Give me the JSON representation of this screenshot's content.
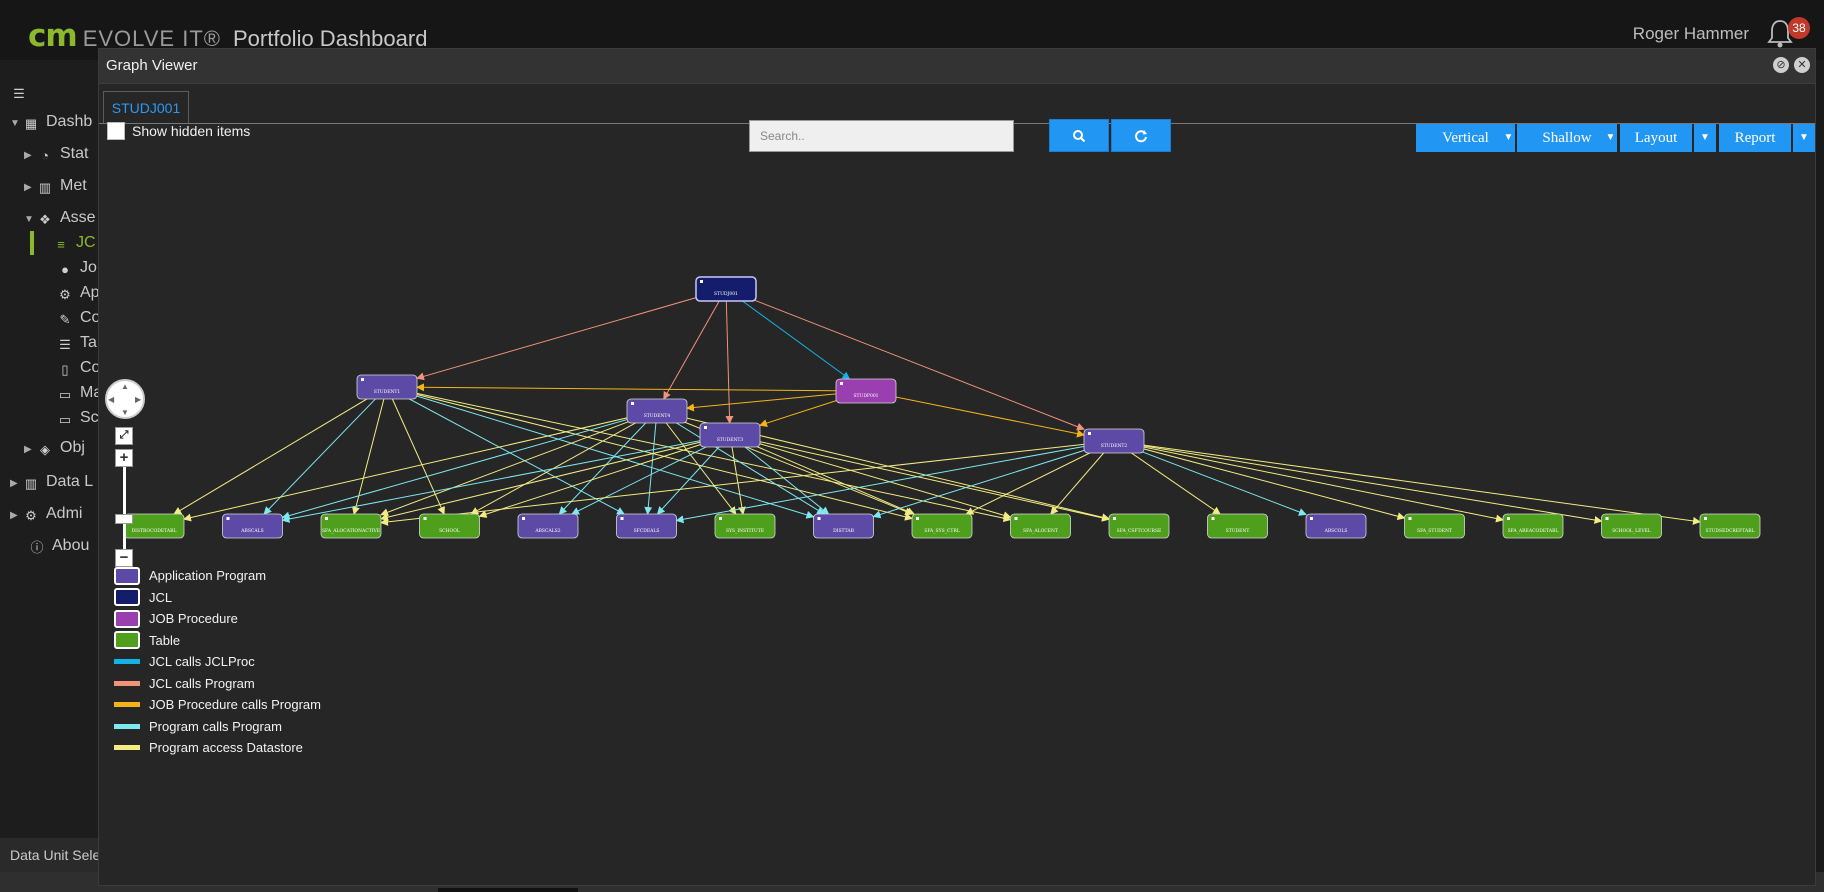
{
  "header": {
    "brand_cm": "cm",
    "brand_evolve": "EVOLVE IT®",
    "app_title": "Portfolio Dashboard",
    "user_name": "Roger Hammer",
    "notifications_count": "38"
  },
  "sidebar": {
    "items": [
      {
        "label": "Dashb",
        "icon": "grid-icon"
      },
      {
        "label": "Stat",
        "icon": "pie-chart-icon"
      },
      {
        "label": "Met",
        "icon": "bar-chart-icon"
      },
      {
        "label": "Asse",
        "icon": "cubes-icon"
      },
      {
        "label": "JC",
        "icon": "list-icon"
      },
      {
        "label": "Jo",
        "icon": "circle-icon"
      },
      {
        "label": "Ap",
        "icon": "gear-icon"
      },
      {
        "label": "Co",
        "icon": "edit-icon"
      },
      {
        "label": "Ta",
        "icon": "database-icon"
      },
      {
        "label": "Co",
        "icon": "columns-icon"
      },
      {
        "label": "Ma",
        "icon": "monitor-icon"
      },
      {
        "label": "Sc",
        "icon": "monitor-icon"
      },
      {
        "label": "Obj",
        "icon": "cube-icon"
      },
      {
        "label": "Data L",
        "icon": "bar-chart-icon"
      },
      {
        "label": "Admi",
        "icon": "cogs-icon"
      },
      {
        "label": "Abou",
        "icon": "info-icon"
      }
    ],
    "footer_text": "Data Unit Sele"
  },
  "modal": {
    "title": "Graph Viewer",
    "tab_label": "STUDJ001",
    "show_hidden_label": "Show hidden items",
    "search_placeholder": "Search..",
    "toolbar": {
      "orientation": "Vertical",
      "depth": "Shallow",
      "layout": "Layout",
      "report": "Report"
    }
  },
  "colors": {
    "application_program": "#5d4aa6",
    "jcl": "#131d6b",
    "job_procedure": "#9a3fb0",
    "table": "#4ea01c",
    "jcl_calls_jclproc": "#14b3e6",
    "jcl_calls_program": "#f0937a",
    "jobproc_calls_program": "#f4b417",
    "program_calls_program": "#7de8ef",
    "program_access_datastore": "#f2ec82",
    "accent": "#2196f3"
  },
  "graph": {
    "nodes": [
      {
        "id": "STUDJ001",
        "type": "jcl"
      },
      {
        "id": "STUDENT1",
        "type": "application_program"
      },
      {
        "id": "STUDP001",
        "type": "job_procedure"
      },
      {
        "id": "STUDENT4",
        "type": "application_program"
      },
      {
        "id": "STUDENT3",
        "type": "application_program"
      },
      {
        "id": "STUDENT2",
        "type": "application_program"
      },
      {
        "id": "DISTROCODETABL",
        "type": "table"
      },
      {
        "id": "ABSCALS",
        "type": "application_program"
      },
      {
        "id": "SFA_ALOCATIONACTIVE",
        "type": "table"
      },
      {
        "id": "SCHOOL",
        "type": "table"
      },
      {
        "id": "ABSCALS2",
        "type": "application_program"
      },
      {
        "id": "SFCDEALS",
        "type": "application_program"
      },
      {
        "id": "SYS_INSTITUTE",
        "type": "table"
      },
      {
        "id": "DISTTAB",
        "type": "application_program"
      },
      {
        "id": "SFA_SYS_CTRL",
        "type": "table"
      },
      {
        "id": "SFA_ALOCENT",
        "type": "table"
      },
      {
        "id": "SFA_CSFTCOURSE",
        "type": "table"
      },
      {
        "id": "STUDENT",
        "type": "table"
      },
      {
        "id": "ABSCOLS",
        "type": "application_program"
      },
      {
        "id": "SFA_STUDENT",
        "type": "table"
      },
      {
        "id": "SFA_AREACODETABL",
        "type": "table"
      },
      {
        "id": "SCHOOL_LEVEL",
        "type": "table"
      },
      {
        "id": "STUDSEDCREFTABL",
        "type": "table"
      }
    ],
    "edges": [
      [
        "STUDJ001",
        "STUDENT1",
        "jcl_calls_program"
      ],
      [
        "STUDJ001",
        "STUDENT4",
        "jcl_calls_program"
      ],
      [
        "STUDJ001",
        "STUDENT3",
        "jcl_calls_program"
      ],
      [
        "STUDJ001",
        "STUDENT2",
        "jcl_calls_program"
      ],
      [
        "STUDJ001",
        "STUDP001",
        "jcl_calls_jclproc"
      ],
      [
        "STUDP001",
        "STUDENT1",
        "jobproc_calls_program"
      ],
      [
        "STUDP001",
        "STUDENT4",
        "jobproc_calls_program"
      ],
      [
        "STUDP001",
        "STUDENT3",
        "jobproc_calls_program"
      ],
      [
        "STUDP001",
        "STUDENT2",
        "jobproc_calls_program"
      ],
      [
        "STUDENT1",
        "DISTROCODETABL",
        "program_access_datastore"
      ],
      [
        "STUDENT1",
        "ABSCALS",
        "program_calls_program"
      ],
      [
        "STUDENT1",
        "SFA_ALOCATIONACTIVE",
        "program_access_datastore"
      ],
      [
        "STUDENT1",
        "SCHOOL",
        "program_access_datastore"
      ],
      [
        "STUDENT1",
        "SFCDEALS",
        "program_calls_program"
      ],
      [
        "STUDENT1",
        "DISTTAB",
        "program_calls_program"
      ],
      [
        "STUDENT1",
        "SFA_SYS_CTRL",
        "program_access_datastore"
      ],
      [
        "STUDENT1",
        "SFA_ALOCENT",
        "program_access_datastore"
      ],
      [
        "STUDENT4",
        "DISTROCODETABL",
        "program_access_datastore"
      ],
      [
        "STUDENT4",
        "ABSCALS",
        "program_calls_program"
      ],
      [
        "STUDENT4",
        "SFA_ALOCATIONACTIVE",
        "program_access_datastore"
      ],
      [
        "STUDENT4",
        "SCHOOL",
        "program_access_datastore"
      ],
      [
        "STUDENT4",
        "ABSCALS2",
        "program_calls_program"
      ],
      [
        "STUDENT4",
        "SFCDEALS",
        "program_calls_program"
      ],
      [
        "STUDENT4",
        "SYS_INSTITUTE",
        "program_access_datastore"
      ],
      [
        "STUDENT4",
        "DISTTAB",
        "program_calls_program"
      ],
      [
        "STUDENT4",
        "SFA_SYS_CTRL",
        "program_access_datastore"
      ],
      [
        "STUDENT4",
        "SFA_CSFTCOURSE",
        "program_access_datastore"
      ],
      [
        "STUDENT3",
        "ABSCALS",
        "program_calls_program"
      ],
      [
        "STUDENT3",
        "SFA_ALOCATIONACTIVE",
        "program_access_datastore"
      ],
      [
        "STUDENT3",
        "SCHOOL",
        "program_access_datastore"
      ],
      [
        "STUDENT3",
        "ABSCALS2",
        "program_calls_program"
      ],
      [
        "STUDENT3",
        "SFCDEALS",
        "program_calls_program"
      ],
      [
        "STUDENT3",
        "SYS_INSTITUTE",
        "program_access_datastore"
      ],
      [
        "STUDENT3",
        "DISTTAB",
        "program_calls_program"
      ],
      [
        "STUDENT3",
        "SFA_SYS_CTRL",
        "program_access_datastore"
      ],
      [
        "STUDENT3",
        "SFA_ALOCENT",
        "program_access_datastore"
      ],
      [
        "STUDENT3",
        "SFA_CSFTCOURSE",
        "program_access_datastore"
      ],
      [
        "STUDENT2",
        "SFA_ALOCATIONACTIVE",
        "program_access_datastore"
      ],
      [
        "STUDENT2",
        "SFCDEALS",
        "program_calls_program"
      ],
      [
        "STUDENT2",
        "DISTTAB",
        "program_calls_program"
      ],
      [
        "STUDENT2",
        "SFA_SYS_CTRL",
        "program_access_datastore"
      ],
      [
        "STUDENT2",
        "SFA_ALOCENT",
        "program_access_datastore"
      ],
      [
        "STUDENT2",
        "STUDENT",
        "program_access_datastore"
      ],
      [
        "STUDENT2",
        "ABSCOLS",
        "program_calls_program"
      ],
      [
        "STUDENT2",
        "SFA_STUDENT",
        "program_access_datastore"
      ],
      [
        "STUDENT2",
        "SFA_AREACODETABL",
        "program_access_datastore"
      ],
      [
        "STUDENT2",
        "SCHOOL_LEVEL",
        "program_access_datastore"
      ],
      [
        "STUDENT2",
        "STUDSEDCREFTABL",
        "program_access_datastore"
      ]
    ]
  },
  "legend": [
    {
      "label": "Application Program",
      "kind": "node",
      "color_key": "application_program"
    },
    {
      "label": "JCL",
      "kind": "node",
      "color_key": "jcl"
    },
    {
      "label": "JOB Procedure",
      "kind": "node",
      "color_key": "job_procedure"
    },
    {
      "label": "Table",
      "kind": "node",
      "color_key": "table"
    },
    {
      "label": "JCL calls JCLProc",
      "kind": "edge",
      "color_key": "jcl_calls_jclproc"
    },
    {
      "label": "JCL calls Program",
      "kind": "edge",
      "color_key": "jcl_calls_program"
    },
    {
      "label": "JOB Procedure calls Program",
      "kind": "edge",
      "color_key": "jobproc_calls_program"
    },
    {
      "label": "Program calls Program",
      "kind": "edge",
      "color_key": "program_calls_program"
    },
    {
      "label": "Program access Datastore",
      "kind": "edge",
      "color_key": "program_access_datastore"
    }
  ]
}
